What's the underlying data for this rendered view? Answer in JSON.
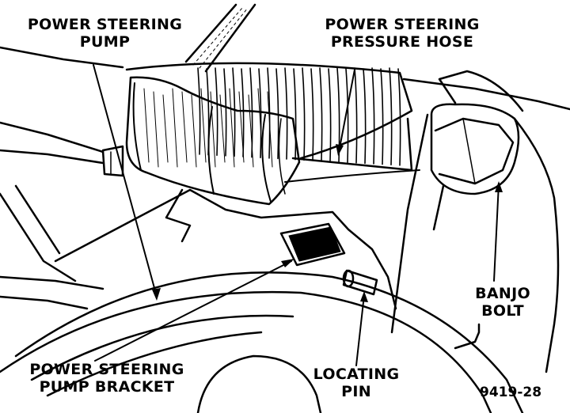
{
  "labels": {
    "pump": {
      "line1": "POWER STEERING",
      "line2": "PUMP"
    },
    "hose": {
      "line1": "POWER STEERING",
      "line2": "PRESSURE HOSE"
    },
    "bolt": {
      "line1": "BANJO",
      "line2": "BOLT"
    },
    "bracket": {
      "line1": "POWER STEERING",
      "line2": "PUMP BRACKET"
    },
    "pin": {
      "line1": "LOCATING",
      "line2": "PIN"
    }
  },
  "figure_number": "9419-28"
}
